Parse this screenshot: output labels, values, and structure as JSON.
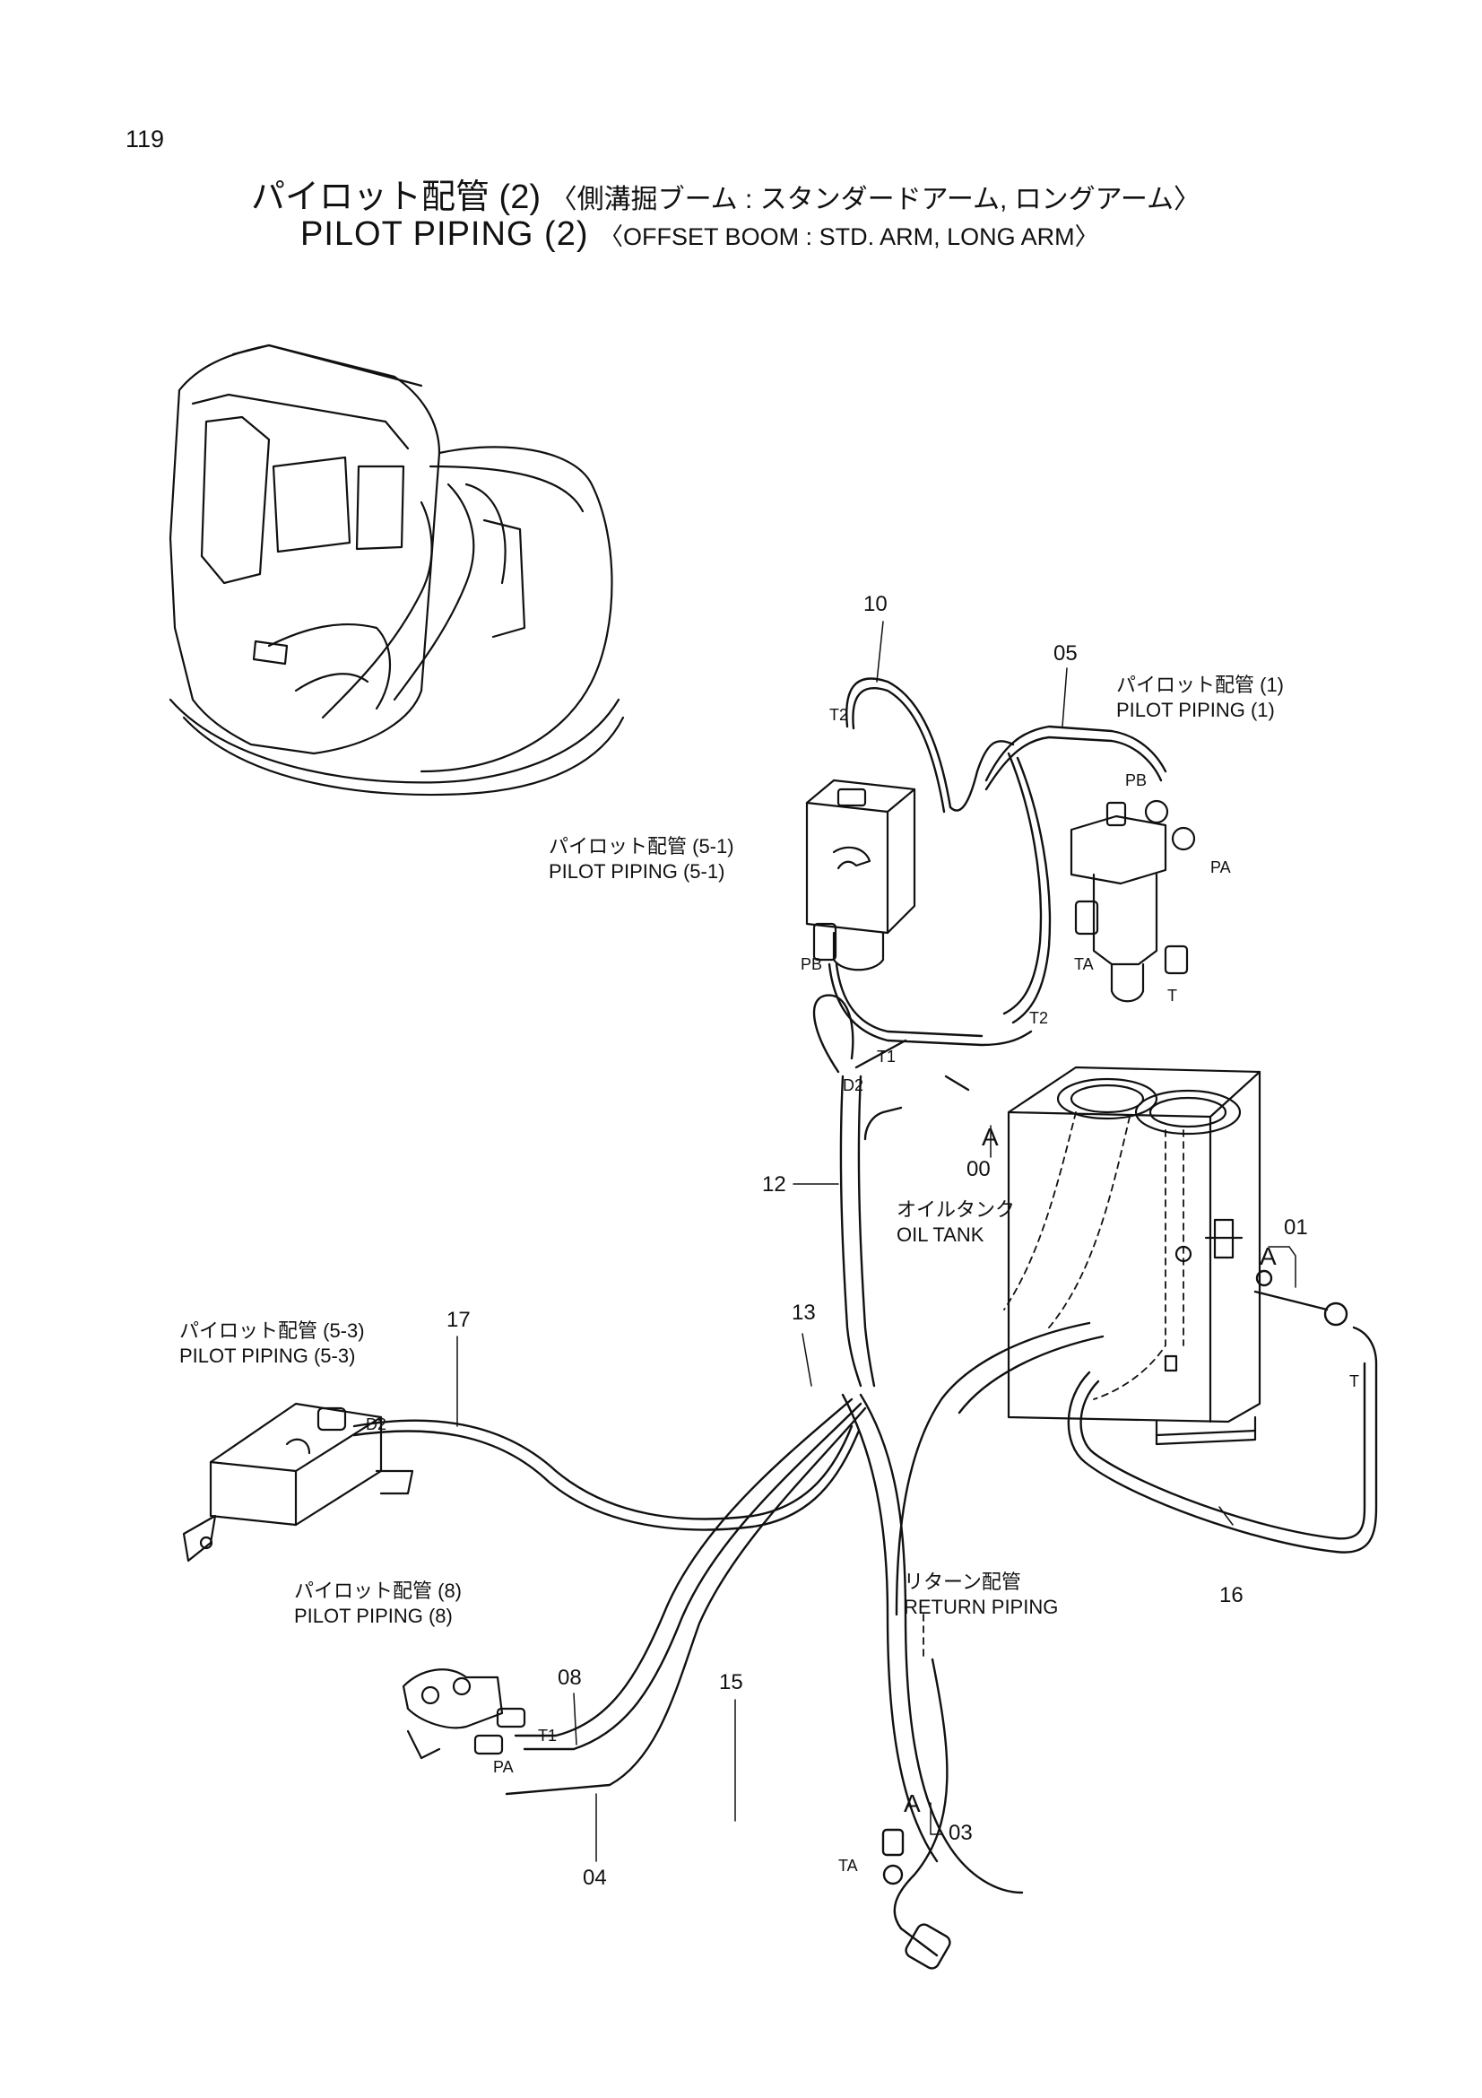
{
  "page_number": "119",
  "title": {
    "jp_main": "パイロット配管 (2)",
    "jp_sub": "〈側溝掘ブーム : スタンダードアーム, ロングアーム〉",
    "en_main": "PILOT  PIPING  (2)",
    "en_sub": "〈OFFSET  BOOM : STD. ARM, LONG  ARM〉"
  },
  "callouts": {
    "pilot_piping_1": {
      "jp": "パイロット配管 (1)",
      "en": "PILOT  PIPING  (1)"
    },
    "pilot_piping_5_1": {
      "jp": "パイロット配管 (5-1)",
      "en": "PILOT  PIPING  (5-1)"
    },
    "pilot_piping_5_3": {
      "jp": "パイロット配管 (5-3)",
      "en": "PILOT  PIPING  (5-3)"
    },
    "pilot_piping_8": {
      "jp": "パイロット配管 (8)",
      "en": "PILOT  PIPING  (8)"
    },
    "oil_tank": {
      "jp": "オイルタンク",
      "en": "OIL TANK"
    },
    "return_piping": {
      "jp": "リターン配管",
      "en": "RETURN  PIPING"
    }
  },
  "part_numbers": {
    "p10": "10",
    "p05": "05",
    "p12": "12",
    "p00": "00",
    "p01": "01",
    "p13": "13",
    "p17": "17",
    "p16": "16",
    "p08": "08",
    "p15": "15",
    "p04": "04",
    "p03": "03"
  },
  "detail_marks": {
    "a1": "A",
    "a2": "A",
    "a3": "A"
  },
  "ports": {
    "t2_top": "T2",
    "pb_left": "PB",
    "t2_mid": "T2",
    "t1_mid": "T1",
    "d2_mid": "D2",
    "pb_right": "PB",
    "pa_right": "PA",
    "ta_right": "TA",
    "t_right": "T",
    "t_far": "T",
    "d2_left": "D2",
    "t1_bottom": "T1",
    "pa_bottom": "PA",
    "ta_bottom": "TA"
  }
}
